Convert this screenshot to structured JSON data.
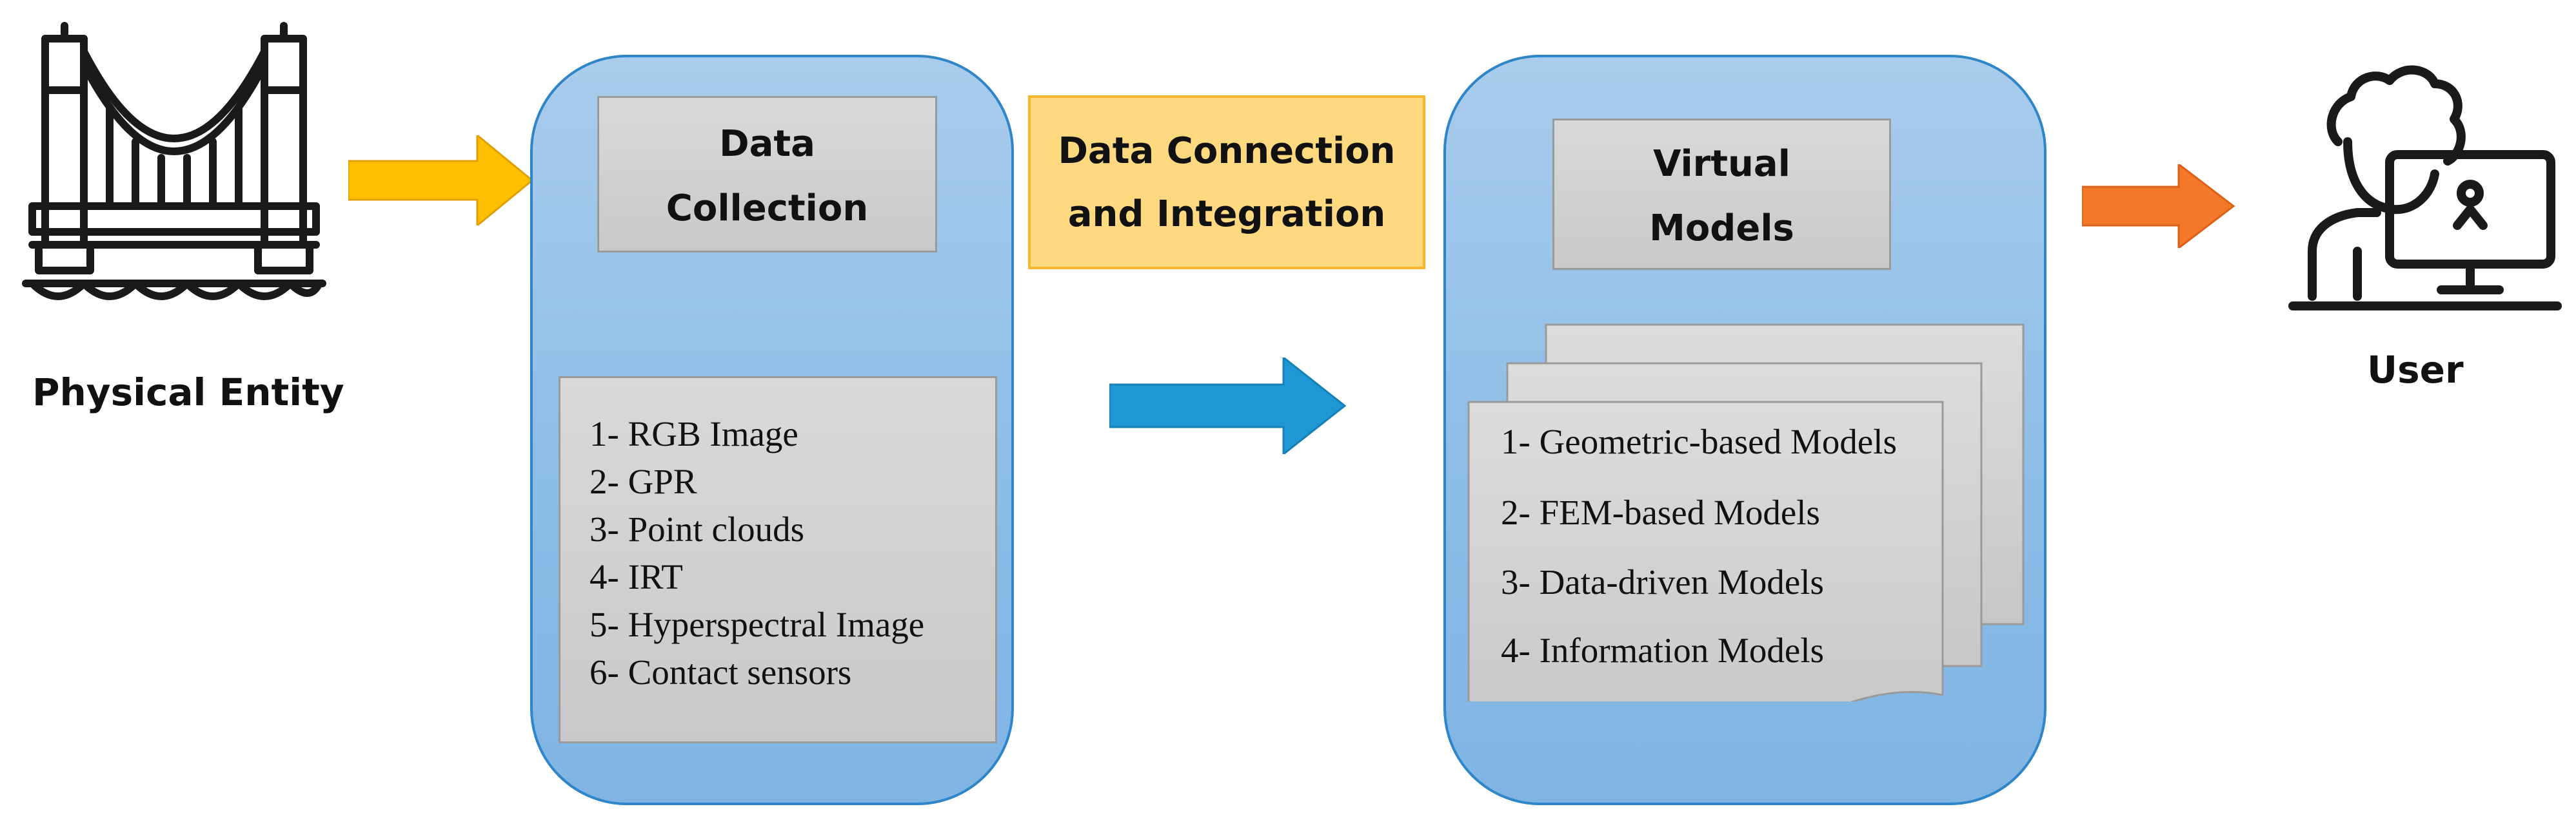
{
  "physical_entity": {
    "label": "Physical Entity",
    "icon": "bridge-icon"
  },
  "data_collection": {
    "title_line1": "Data",
    "title_line2": "Collection",
    "items": [
      "1- RGB Image",
      "2- GPR",
      "3- Point clouds",
      "4- IRT",
      "5- Hyperspectral Image",
      "6- Contact sensors"
    ]
  },
  "integration": {
    "line1": "Data Connection",
    "line2": "and Integration"
  },
  "virtual_models": {
    "title_line1": "Virtual",
    "title_line2": "Models",
    "items": [
      "1- Geometric-based Models",
      "2- FEM-based Models",
      "3- Data-driven Models",
      "4- Information Models"
    ]
  },
  "user": {
    "label": "User",
    "icon": "user-at-computer-icon"
  },
  "colors": {
    "arrow_yellow": "#ffc000",
    "arrow_blue": "#1f97d4",
    "arrow_orange": "#f4782a",
    "panel_fill": "#9cc5ea",
    "panel_border": "#2e86c9",
    "integration_fill": "#ffd97f",
    "integration_border": "#f5b731"
  }
}
